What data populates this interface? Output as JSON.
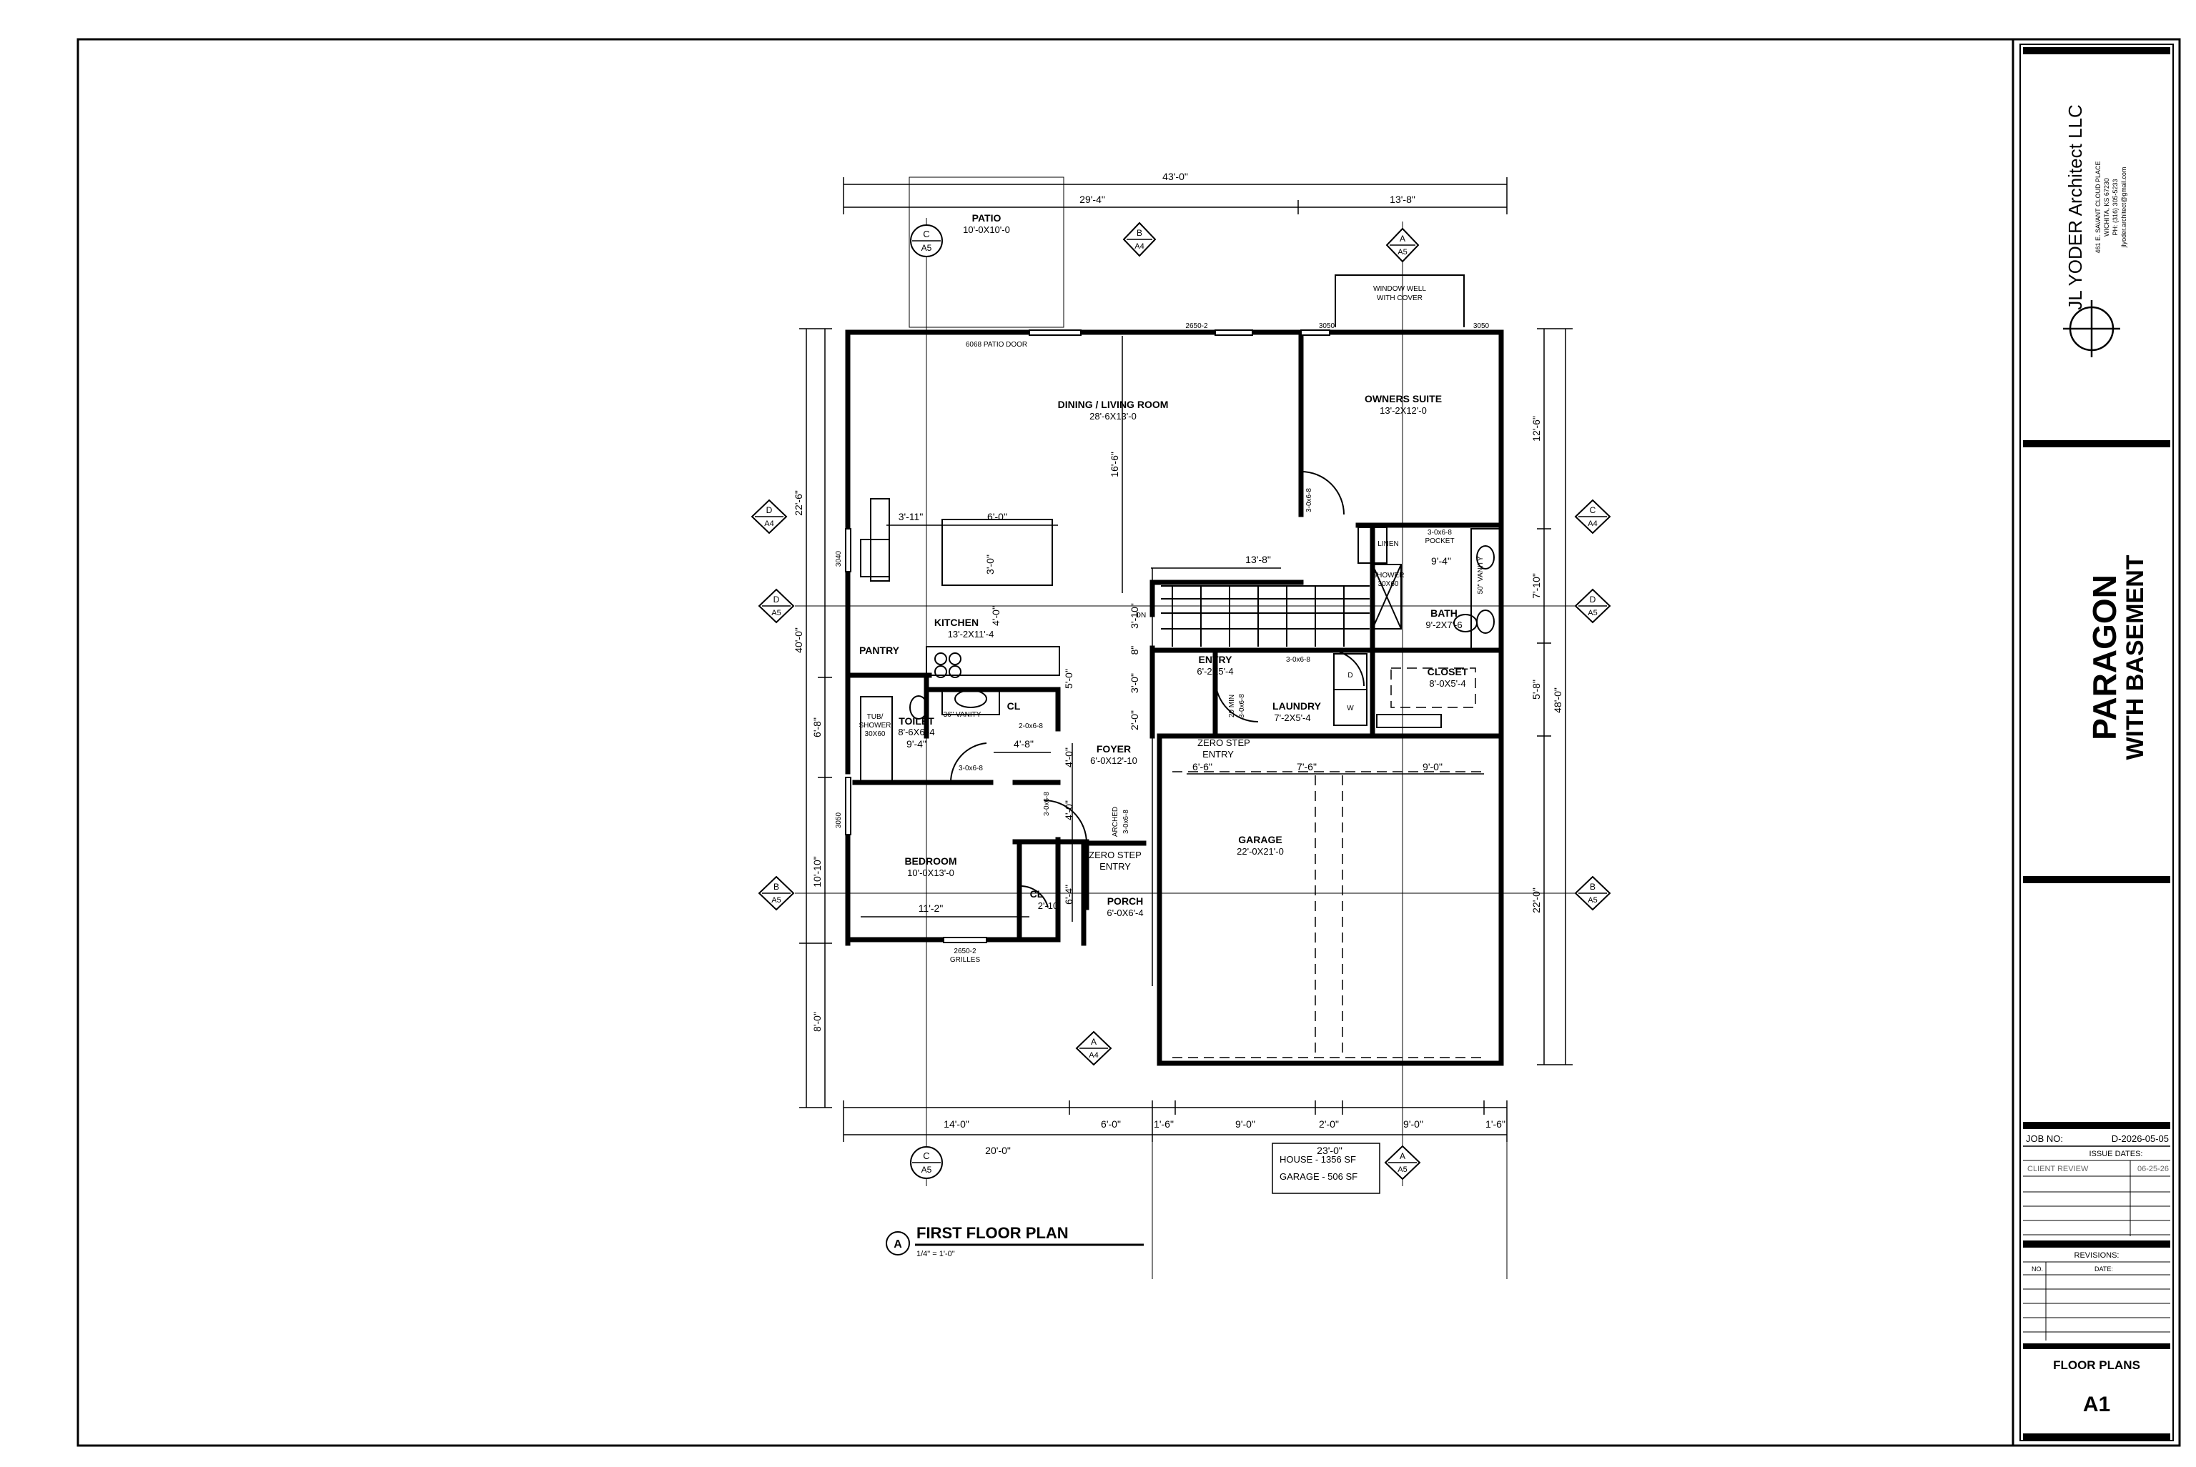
{
  "rooms": {
    "patio": {
      "name": "PATIO",
      "size": "10'-0X10'-0"
    },
    "dining": {
      "name": "DINING / LIVING ROOM",
      "size": "28'-6X13'-0"
    },
    "owners": {
      "name": "OWNERS SUITE",
      "size": "13'-2X12'-0"
    },
    "kitchen": {
      "name": "KITCHEN",
      "size": "13'-2X11'-4"
    },
    "pantry": {
      "name": "PANTRY"
    },
    "toilet": {
      "name": "TOILET",
      "size": "8'-6X6'-4"
    },
    "cl1": {
      "name": "CL"
    },
    "foyer": {
      "name": "FOYER",
      "size": "6'-0X12'-10"
    },
    "entry": {
      "name": "ENTRY",
      "size": "6'-2X5'-4"
    },
    "laundry": {
      "name": "LAUNDRY",
      "size": "7'-2X5'-4"
    },
    "bath": {
      "name": "BATH",
      "size": "9'-2X7'-6"
    },
    "closet": {
      "name": "CLOSET",
      "size": "8'-0X5'-4"
    },
    "bedroom": {
      "name": "BEDROOM",
      "size": "10'-0X13'-0"
    },
    "cl2": {
      "name": "CL",
      "size": "2'-10"
    },
    "porch": {
      "name": "PORCH",
      "size": "6'-0X6'-4"
    },
    "garage": {
      "name": "GARAGE",
      "size": "22'-0X21'-0"
    }
  },
  "labels": {
    "window_well": "WINDOW WELL",
    "with_cover": "WITH COVER",
    "patio_door": "6068 PATIO DOOR",
    "w2650": "2650-2",
    "w3050a": "3050",
    "w3050b": "3050",
    "w3040": "3040",
    "w3050c": "3050",
    "w2650_grilles": "2650-2",
    "grilles": "GRILLES",
    "linen": "LINEN",
    "pocket_door": "3-0x6-8",
    "pocket": "POCKET",
    "vanity50": "50\" VANITY",
    "vanity36": "36\" VANITY",
    "shower": "SHOWER",
    "shower_size": "30X60",
    "tub": "TUB/",
    "tub_shower": "SHOWER",
    "tub_size": "30X60",
    "dn": "DN",
    "zero_step_1": "ZERO STEP",
    "zero_step_1b": "ENTRY",
    "zero_step_2": "ZERO STEP",
    "zero_step_2b": "ENTRY",
    "arched": "ARCHED",
    "arched_size": "3-0x6-8",
    "door_toilet": "3-0x6-8",
    "door_entry": "3-0x6-8",
    "door_owner": "3-0x6-8",
    "door_bed": "3-0x6-8",
    "door_cl": "2-0x6-8",
    "door_min": "20 MIN",
    "door_min2": "3-0x6-8",
    "dryer": "D",
    "washer": "W"
  },
  "dims": {
    "top_total": "43'-0\"",
    "top_left": "29'-4\"",
    "top_right": "13'-8\"",
    "island": "6'-0\"",
    "island_v": "3'-0\"",
    "kitchen_w": "3'-11\"",
    "stair": "13'-8\"",
    "bath_w": "9'-4\"",
    "toilet_w": "9'-4\"",
    "foyer_w": "4'-8\"",
    "bed_w": "11'-2\"",
    "left_v1": "22'-6\"",
    "left_v2": "40'-0\"",
    "left_v3": "6'-8\"",
    "left_v4": "10'-10\"",
    "left_v5": "8'-0\"",
    "right_v1": "12'-6\"",
    "right_v2": "7'-10\"",
    "right_v3": "5'-8\"",
    "right_v4": "22'-0\"",
    "right_total": "48'-0\"",
    "living_v": "16'-6\"",
    "stair_v": "3'-10\"",
    "hall_v1": "5'-0\"",
    "hall_v2": "4'-0\"",
    "hall_v3": "4'-0\"",
    "hall_v4": "6'-4\"",
    "entry_v1": "3'-0\"",
    "entry_v2": "2'-0\"",
    "entry_v3": "8\"",
    "kitchen_v": "4'-0\"",
    "garage_top1": "6'-6\"",
    "garage_top2": "7'-6\"",
    "garage_top3": "9'-0\"",
    "bot_a1": "14'-0\"",
    "bot_a2": "6'-0\"",
    "bot_a3": "1'-6\"",
    "bot_a4": "9'-0\"",
    "bot_a5": "2'-0\"",
    "bot_a6": "9'-0\"",
    "bot_a7": "1'-6\"",
    "bot_b1": "20'-0\"",
    "bot_b2": "23'-0\""
  },
  "sections": {
    "c_top": {
      "letter": "C",
      "sheet": "A5"
    },
    "b_top": {
      "letter": "B",
      "sheet": "A4"
    },
    "a_top": {
      "letter": "A",
      "sheet": "A5"
    },
    "d_left1": {
      "letter": "D",
      "sheet": "A4"
    },
    "d_left2": {
      "letter": "D",
      "sheet": "A5"
    },
    "b_left": {
      "letter": "B",
      "sheet": "A5"
    },
    "c_right1": {
      "letter": "C",
      "sheet": "A4"
    },
    "d_right": {
      "letter": "D",
      "sheet": "A5"
    },
    "b_right": {
      "letter": "B",
      "sheet": "A5"
    },
    "a_mid": {
      "letter": "A",
      "sheet": "A4"
    },
    "c_bot": {
      "letter": "C",
      "sheet": "A5"
    },
    "a_bot": {
      "letter": "A",
      "sheet": "A5"
    }
  },
  "area": {
    "house": "HOUSE   -  1356  SF",
    "garage": "GARAGE  -   506  SF"
  },
  "plan_title": {
    "marker": "A",
    "title": "FIRST FLOOR PLAN",
    "scale": "1/4\" = 1'-0\""
  },
  "titleblock": {
    "firm": "JL YODER  Architect LLC",
    "addr1": "461 E. SAVANT CLOUD PLACE",
    "addr2": "WICHITA, KS 67230",
    "phone": "PH: (316) 305-5233",
    "email": "jlyoder.architect@gmail.com",
    "project_line1": "PARAGON",
    "project_line2": "WITH BASEMENT",
    "job_label": "JOB NO:",
    "job_no": "D-2026-05-05",
    "issue_dates": "ISSUE DATES:",
    "issue_item": "CLIENT REVIEW",
    "issue_date": "06-25-26",
    "revisions": "REVISIONS:",
    "rev_no": "NO.",
    "rev_date": "DATE:",
    "sheet_title": "FLOOR PLANS",
    "sheet_no": "A1"
  }
}
